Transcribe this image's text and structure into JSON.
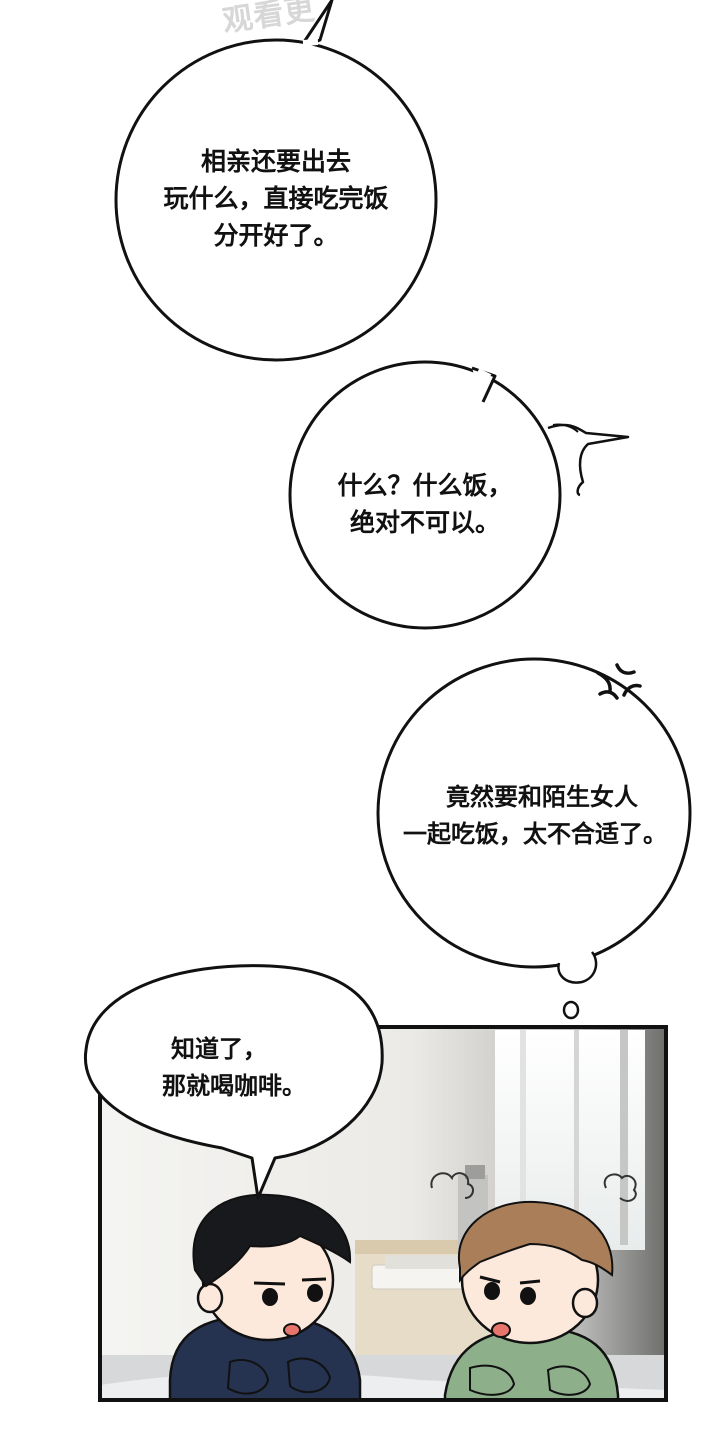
{
  "watermark": "观看更",
  "bubbles": [
    {
      "lines": [
        "相亲还要出去",
        "玩什么，直接吃完饭",
        "分开好了。"
      ]
    },
    {
      "lines": [
        "什么？什么饭，",
        "绝对不可以。"
      ]
    },
    {
      "lines": [
        "竟然要和陌生女人",
        "一起吃饭，太不合适了。"
      ]
    },
    {
      "lines": [
        "知道了，",
        "那就喝咖啡。"
      ]
    }
  ]
}
